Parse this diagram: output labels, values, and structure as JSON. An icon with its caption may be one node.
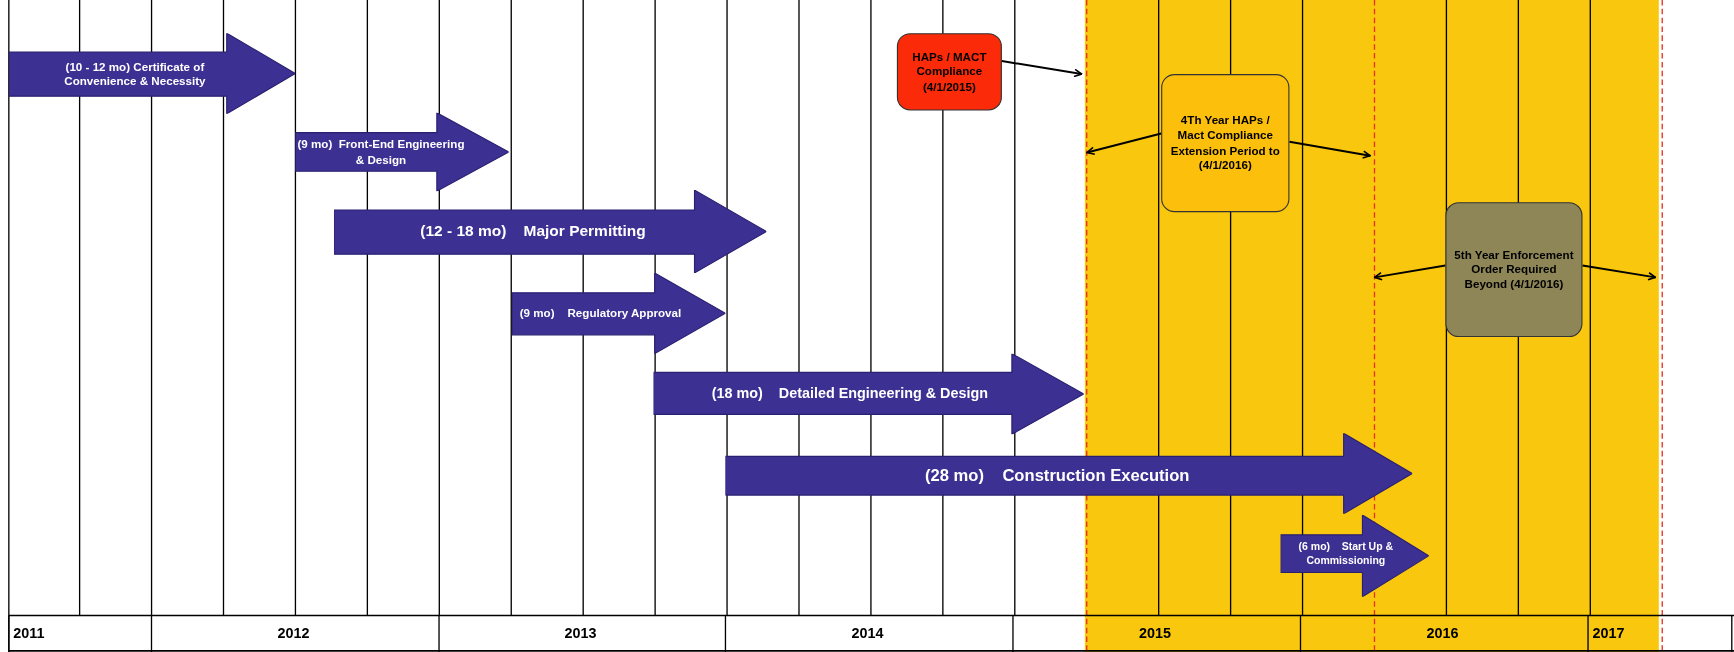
{
  "diagram": {
    "nodes": [
      {
        "text": [
          "(10 - 12 mo) Certificate of Convenience & Necessity"
        ]
      },
      {
        "text": [
          "(9 mo)  Front-End Engineering & Design"
        ]
      },
      {
        "text": [
          "(12 - 18 mo)    Major Permitting"
        ]
      },
      {
        "text": [
          "(9 mo)    Regulatory Approval"
        ]
      },
      {
        "text": [
          "(18 mo)    Detailed Engineering & Design"
        ]
      },
      {
        "text": [
          "(28 mo)    Construction Execution"
        ]
      },
      {
        "text": [
          "(6 mo)    Start Up & Commissioning"
        ]
      },
      {
        "text": [
          "HAPs / MACT Compliance (4/1/2015)"
        ]
      },
      {
        "text": [
          "4Th Year HAPs / Mact Compliance Extension Period to (4/1/2016)"
        ]
      },
      {
        "text": [
          "5th Year Enforcement Order Required Beyond (4/1/2016)"
        ]
      }
    ],
    "edges": [
      {
        "from": 7,
        "to": null,
        "arrow": "to"
      },
      {
        "from": 8,
        "to": null,
        "arrow": "to"
      },
      {
        "from": 8,
        "to": null,
        "arrow": "to"
      },
      {
        "from": 9,
        "to": null,
        "arrow": "to"
      },
      {
        "from": 9,
        "to": null,
        "arrow": "to"
      }
    ],
    "labels": [
      "2011",
      "2012",
      "2013",
      "2014",
      "2015",
      "2016",
      "2017"
    ]
  }
}
